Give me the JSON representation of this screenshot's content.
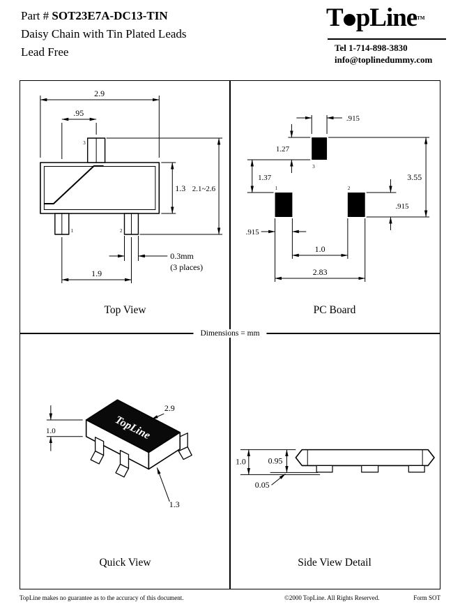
{
  "header": {
    "part_label": "Part #",
    "part_number": "SOT23E7A-DC13-TIN",
    "subtitle": "Daisy Chain with Tin Plated Leads",
    "subtitle2": "Lead Free",
    "logo_t": "T",
    "logo_rest": "pLine",
    "logo_tm": "TM",
    "phone": "Tel 1-714-898-3830",
    "email": "info@toplinedummy.com"
  },
  "top_view": {
    "title": "Top View",
    "dim_width": "2.9",
    "dim_pitch": ".95",
    "dim_body_height": "1.3",
    "dim_overall_height": "2.1~2.6",
    "dim_lead_width": "0.3mm",
    "dim_lead_width_note": "(3 places)",
    "dim_outer_pitch": "1.9",
    "pin1": "1",
    "pin2": "2",
    "pin3": "3"
  },
  "pc_board": {
    "title": "PC Board",
    "dim_pad3_width": ".915",
    "dim_pad3_height": "1.27",
    "dim_pad_gap_vertical": "1.37",
    "dim_overall_height": "3.55",
    "dim_pad2_height": ".915",
    "dim_pad1_width": ".915",
    "dim_pad_gap_horizontal": "1.0",
    "dim_span": "2.83",
    "pad1": "1",
    "pad2": "2",
    "pad3": "3"
  },
  "divider": {
    "note": "Dimensions = mm"
  },
  "quick_view": {
    "title": "Quick View",
    "marking": "TopLine",
    "dim_length": "2.9",
    "dim_height": "1.0",
    "dim_width": "1.3"
  },
  "side_view": {
    "title": "Side View Detail",
    "dim_total_height": "1.0",
    "dim_body_height": "0.95",
    "dim_standoff": "0.05"
  },
  "footer": {
    "disclaimer": "TopLine makes no guarantee as to the accuracy of this document.",
    "copyright": "©2000 TopLine. All Rights Reserved.",
    "form": "Form SOT"
  }
}
